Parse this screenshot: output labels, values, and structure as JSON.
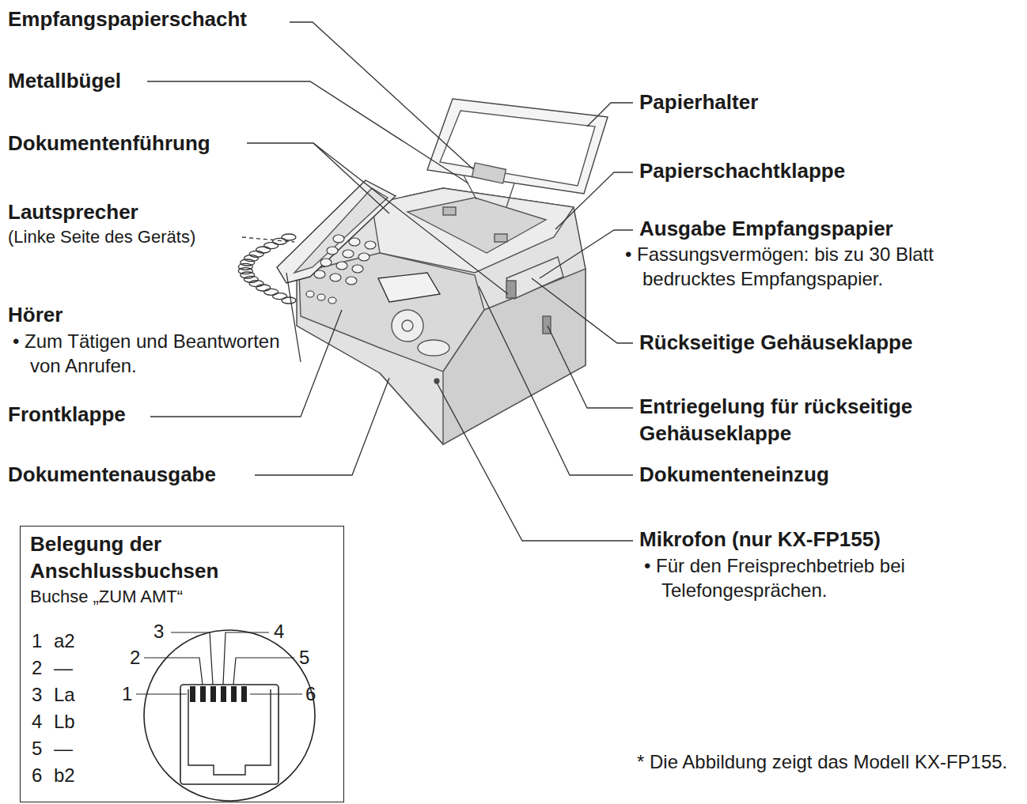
{
  "diagram": {
    "nodes": [
      {
        "text": [
          "Belegung der Anschlussbuchsen",
          "Buchse „ZUM AMT“"
        ]
      }
    ],
    "edges": [],
    "labels": [
      "Empfangspapierschacht",
      "Metallbügel",
      "Dokumentenführung",
      "Lautsprecher",
      "(Linke Seite des Geräts)",
      "Hörer",
      "• Zum Tätigen und Beantworten von Anrufen.",
      "Frontklappe",
      "Dokumentenausgabe",
      "Papierhalter",
      "Papierschachtklappe",
      "Ausgabe Empfangspapier",
      "• Fassungsvermögen: bis zu 30 Blatt bedrucktes Empfangspapier.",
      "Rückseitige Gehäuseklappe",
      "Entriegelung für rückseitige Gehäuseklappe",
      "Dokumenteneinzug",
      "Mikrofon (nur KX-FP155)",
      "• Für den Freisprechbetrieb bei Telefongesprächen.",
      "* Die Abbildung zeigt das Modell KX-FP155.",
      "1",
      "a2",
      "2",
      "—",
      "3",
      "La",
      "4",
      "Lb",
      "5",
      "—",
      "6",
      "b2",
      "3",
      "4",
      "2",
      "5",
      "1",
      "6"
    ]
  }
}
